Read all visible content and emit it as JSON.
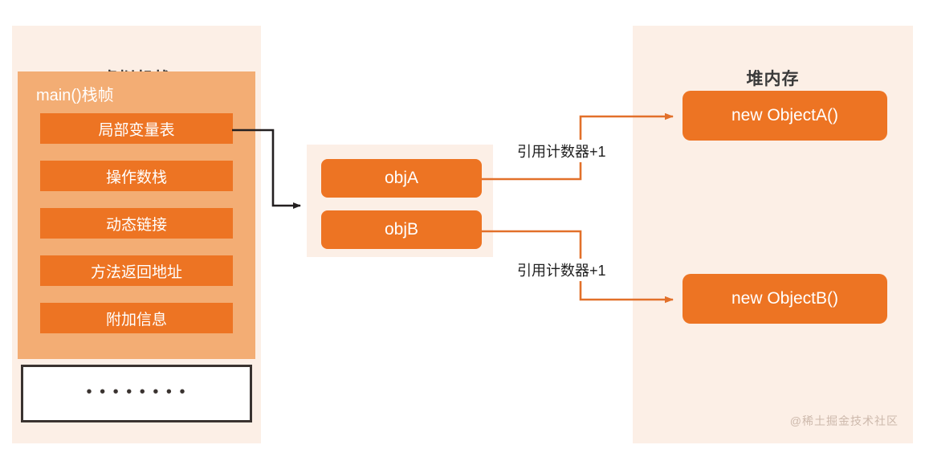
{
  "diagram": {
    "title_vm_stack": "虚拟机栈",
    "title_heap": "堆内存",
    "watermark": "@稀土掘金技术社区",
    "colors": {
      "panel_bg": "#fcefe6",
      "frame_bg": "#f3ad74",
      "box_orange": "#ed7423",
      "arrow_orange": "#e2702a",
      "arrow_black": "#231f20",
      "text_dark": "#3a3a3a",
      "text_light": "#ffffff",
      "watermark": "#cdb9ac"
    }
  },
  "vm_stack": {
    "title": "虚拟机栈",
    "frame_label": "main()栈帧",
    "slots": [
      {
        "label": "局部变量表"
      },
      {
        "label": "操作数栈"
      },
      {
        "label": "动态链接"
      },
      {
        "label": "方法返回地址"
      },
      {
        "label": "附加信息"
      }
    ],
    "bottom_box": {
      "dots": "• • • • • • • •"
    }
  },
  "references": {
    "items": [
      {
        "label": "objA"
      },
      {
        "label": "objB"
      }
    ]
  },
  "heap": {
    "title": "堆内存",
    "objects": [
      {
        "label": "new ObjectA()"
      },
      {
        "label": "new ObjectB()"
      }
    ]
  },
  "edges": [
    {
      "id": "local-vars-to-refs",
      "label": "",
      "color": "#231f20",
      "from": "局部变量表",
      "to": "objA/objB"
    },
    {
      "id": "objA-to-objectA",
      "label": "引用计数器+1",
      "color": "#e2702a",
      "from": "objA",
      "to": "new ObjectA()"
    },
    {
      "id": "objB-to-objectB",
      "label": "引用计数器+1",
      "color": "#e2702a",
      "from": "objB",
      "to": "new ObjectB()"
    }
  ]
}
